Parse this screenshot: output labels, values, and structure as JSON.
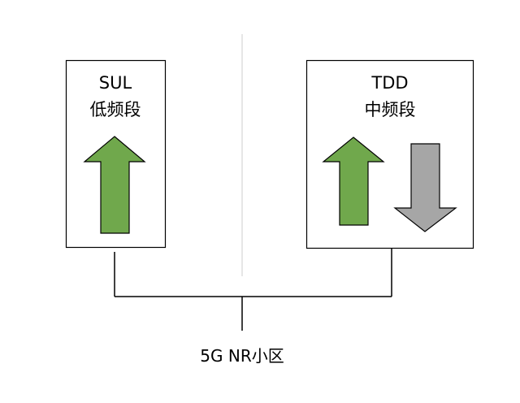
{
  "diagram": {
    "left_box": {
      "line1": "SUL",
      "line2": "低频段"
    },
    "right_box": {
      "line1": "TDD",
      "line2": "中频段"
    },
    "caption": "5G NR小区",
    "colors": {
      "uplink_arrow": "#70a84c",
      "downlink_arrow": "#a6a6a6",
      "divider": "#cccccc",
      "stroke": "#000000"
    }
  }
}
